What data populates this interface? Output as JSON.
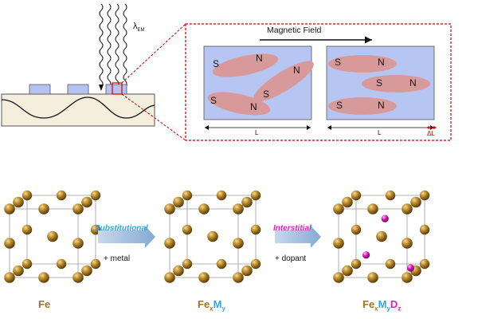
{
  "wave": {
    "symbol": "λ",
    "subscript": "EM"
  },
  "field_title": "Magnetic Field",
  "pole_north": "N",
  "pole_south": "S",
  "length_label": "L",
  "delta_label": "ΔL",
  "materials": {
    "fe": "Fe",
    "femy": {
      "fe": "Fe",
      "x": "x",
      "m": "M",
      "y": "y"
    },
    "femydz": {
      "fe": "Fe",
      "x": "x",
      "m": "M",
      "y": "y",
      "d": "D",
      "z": "z"
    }
  },
  "steps": [
    {
      "top": "Substitutional",
      "bottom": "+ metal"
    },
    {
      "top": "Interstitial",
      "bottom": "+ dopant"
    }
  ],
  "colors": {
    "fe_atom": "#a87a1c",
    "metal_atom": "#2b95d8",
    "dopant_atom": "#e21bc3",
    "domain_fill": "#b7c5f2",
    "ellipse_fill": "#d8999a",
    "callout_border": "#cc0000",
    "arrow_blue": "#93b3d8"
  }
}
